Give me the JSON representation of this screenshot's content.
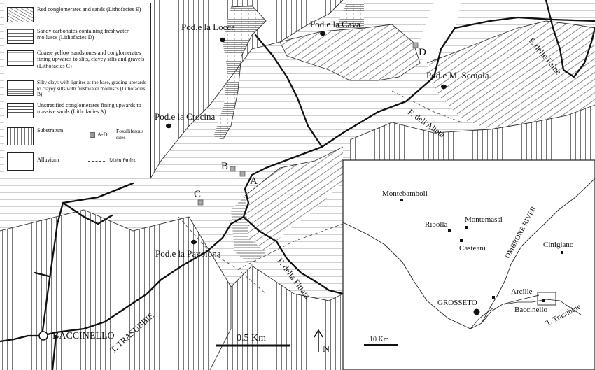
{
  "legend": {
    "units": [
      {
        "text": "Red conglomerates and sands (Lithofacies E)"
      },
      {
        "text": "Sandy carbonates containing freshwater molluscs (Lithofacies D)"
      },
      {
        "text": "Coarse yellow sandstones and conglomerates fining upwards to slits, clayey silts and gravels (Lithofacies C)"
      },
      {
        "text": "Silty clays with lignites at the base, grading upwards to clayey silts with freshwater molluscs (Lithofacies B)"
      },
      {
        "text": "Unstratified conglomerates fining upwards to massive sands (Lithofacies A)"
      },
      {
        "text": "Substratum"
      },
      {
        "text": "Alluvium"
      }
    ],
    "sites_key": "A-D",
    "sites_label": "Fossiliferous sites",
    "faults_label": "Main faults"
  },
  "places": {
    "locca": "Pod.e la Locca",
    "cava": "Pod.e la Cava",
    "scoiola": "Pod.e M. Scoiola",
    "crocina": "Pod.e la Crocina",
    "pavolona": "Pod.e la Pavolona",
    "baccinello": "BACCINELLO"
  },
  "rivers": {
    "faine": "F. delle Faine",
    "alteta": "F. dell'Alteta",
    "fittaia": "F. della Fittaia",
    "trasubbie": "T. TRASUBBIE"
  },
  "sites": [
    "A",
    "B",
    "C",
    "D"
  ],
  "scale_label": "0.5 Km",
  "north_label": "N",
  "inset": {
    "towns": {
      "montebamboli": "Montebamboli",
      "ribolla": "Ribolla",
      "montemassi": "Montemassi",
      "casteani": "Casteani",
      "cinigiano": "Cinigiano",
      "arcille": "Arcille",
      "grosseto": "GROSSETO",
      "baccinello": "Baccinello"
    },
    "river_ombrone": "OMBRONE RIVER",
    "river_trasubbie": "T. Trasubbie",
    "scale_label": "10 Km"
  }
}
